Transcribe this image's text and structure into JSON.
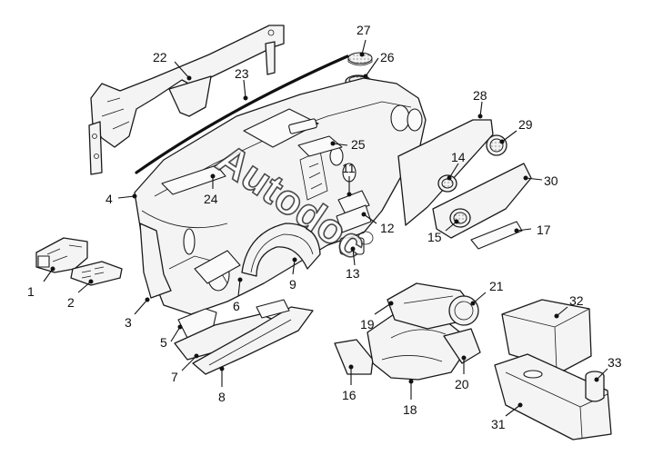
{
  "diagram": {
    "type": "exploded-parts-diagram",
    "watermark_text": "Autodoc",
    "callouts": [
      {
        "id": "c1",
        "label": "1"
      },
      {
        "id": "c2",
        "label": "2"
      },
      {
        "id": "c3",
        "label": "3"
      },
      {
        "id": "c4",
        "label": "4"
      },
      {
        "id": "c5",
        "label": "5"
      },
      {
        "id": "c6",
        "label": "6"
      },
      {
        "id": "c7",
        "label": "7"
      },
      {
        "id": "c8",
        "label": "8"
      },
      {
        "id": "c9",
        "label": "9"
      },
      {
        "id": "c11",
        "label": "11"
      },
      {
        "id": "c12",
        "label": "12"
      },
      {
        "id": "c13",
        "label": "13"
      },
      {
        "id": "c14",
        "label": "14"
      },
      {
        "id": "c15",
        "label": "15"
      },
      {
        "id": "c16",
        "label": "16"
      },
      {
        "id": "c17",
        "label": "17"
      },
      {
        "id": "c18",
        "label": "18"
      },
      {
        "id": "c19",
        "label": "19"
      },
      {
        "id": "c20",
        "label": "20"
      },
      {
        "id": "c21",
        "label": "21"
      },
      {
        "id": "c22",
        "label": "22"
      },
      {
        "id": "c23",
        "label": "23"
      },
      {
        "id": "c24",
        "label": "24"
      },
      {
        "id": "c25",
        "label": "25"
      },
      {
        "id": "c26",
        "label": "26"
      },
      {
        "id": "c27",
        "label": "27"
      },
      {
        "id": "c28",
        "label": "28"
      },
      {
        "id": "c29",
        "label": "29"
      },
      {
        "id": "c30",
        "label": "30"
      },
      {
        "id": "c31",
        "label": "31"
      },
      {
        "id": "c32",
        "label": "32"
      },
      {
        "id": "c33",
        "label": "33"
      }
    ]
  }
}
